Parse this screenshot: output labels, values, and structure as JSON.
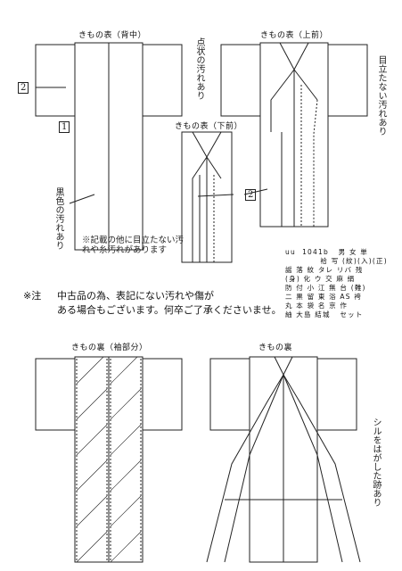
{
  "labels": {
    "back": "きもの表（背中）",
    "front_upper": "きもの表（上前）",
    "front_lower": "きもの表（下前）",
    "lining_sleeve": "きもの裏（袖部分）",
    "lining": "きもの裏"
  },
  "handwritten": {
    "back_stain": "点状の汚れあり",
    "back_black": "黒色の汚れあり",
    "front_stain": "目立たない汚れあり",
    "other_note": "※記載の他に目立たない汚れや糸汚れがあります",
    "lining_note": "シルをはがした跡あり",
    "mark_1": "1",
    "mark_2": "2"
  },
  "notice": {
    "mark": "※注",
    "line1": "中古品の為、表記にない汚れや傷が",
    "line2": "ある場合もございます。何卒ご了承くださいませ。"
  },
  "code_table": {
    "row0": "uu  1041b   男 女 単",
    "row1": "           袷 写 (紋)(入)(正)",
    "row2": "謡 落 紋 タレ リバ 残",
    "row3": "(身) 化 ウ 交 麻 絹",
    "row4": "防 付 小 江 無 台 (難)",
    "row5": "二 黒 留 東 浴 AS 袴",
    "row6": "丸 本 袋 名 京 作",
    "row7": "紬 大島 結城   セット"
  }
}
